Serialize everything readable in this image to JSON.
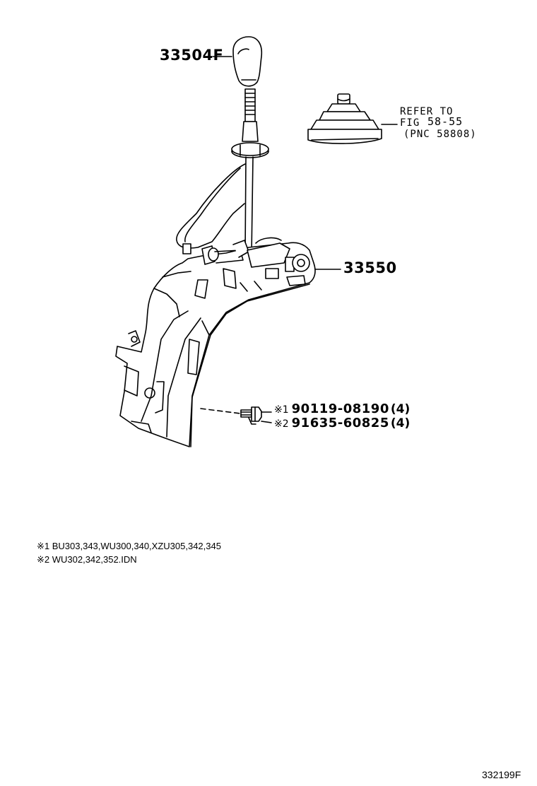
{
  "diagram": {
    "parts": {
      "knob": {
        "number": "33504F"
      },
      "shift_assembly": {
        "number": "33550"
      },
      "boot_reference": {
        "line1": "REFER TO",
        "line2_a": "FIG",
        "line2_b": "58-55",
        "line3": "(PNC 58808)"
      },
      "bolt_1": {
        "mark": "※1",
        "number": "90119-08190",
        "qty": "(4)"
      },
      "bolt_2": {
        "mark": "※2",
        "number": "91635-60825",
        "qty": "(4)"
      }
    },
    "notes": [
      "※1 BU303,343,WU300,340,XZU305,342,345",
      "※2 WU302,342,352.IDN"
    ],
    "figure_number": "332199F"
  }
}
